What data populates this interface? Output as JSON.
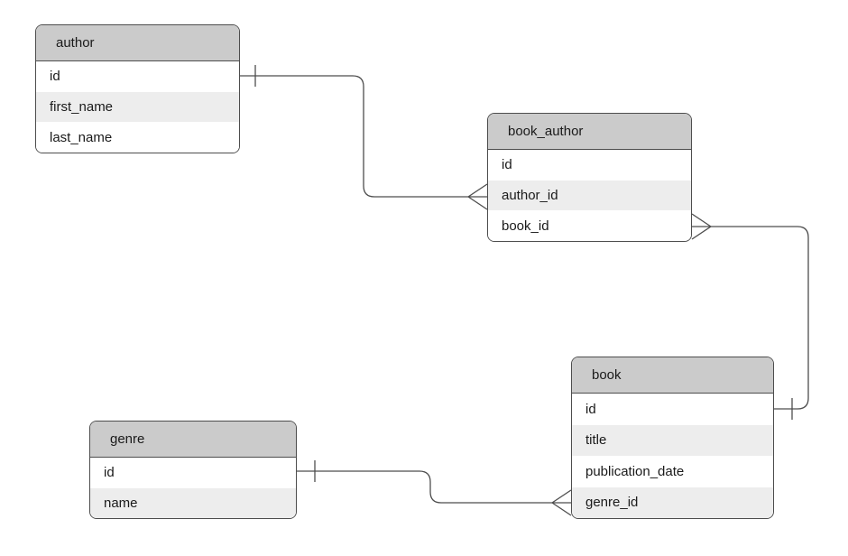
{
  "diagram": {
    "type": "entity-relationship",
    "notation": "crows-foot",
    "background_color": "#ffffff",
    "colors": {
      "entity_header_fill": "#cbcbcb",
      "entity_row_fill": "#ffffff",
      "entity_row_alt_fill": "#ededed",
      "entity_border": "#4d4d4d",
      "connector_stroke": "#4d4d4d",
      "text": "#1a1a1a"
    },
    "entities": [
      {
        "title": "author",
        "fields": [
          "id",
          "first_name",
          "last_name"
        ]
      },
      {
        "title": "book_author",
        "fields": [
          "id",
          "author_id",
          "book_id"
        ]
      },
      {
        "title": "book",
        "fields": [
          "id",
          "title",
          "publication_date",
          "genre_id"
        ]
      },
      {
        "title": "genre",
        "fields": [
          "id",
          "name"
        ]
      }
    ],
    "relationships": [
      {
        "from": "author.id",
        "to": "book_author.author_id",
        "from_cardinality": "one",
        "to_cardinality": "many"
      },
      {
        "from": "book.id",
        "to": "book_author.book_id",
        "from_cardinality": "one",
        "to_cardinality": "many"
      },
      {
        "from": "genre.id",
        "to": "book.genre_id",
        "from_cardinality": "one",
        "to_cardinality": "many"
      }
    ]
  }
}
